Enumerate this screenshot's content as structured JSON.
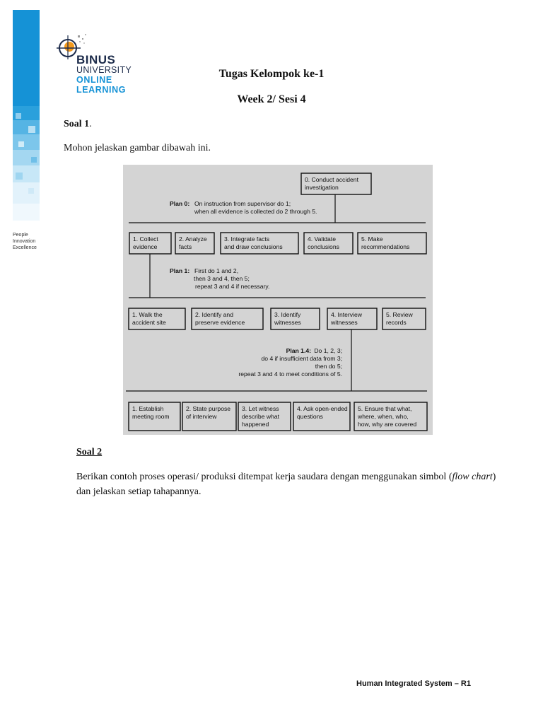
{
  "header": {
    "logo": {
      "line1": "BINUS",
      "line2": "UNIVERSITY",
      "line3": "ONLINE",
      "line4": "LEARNING"
    },
    "tagline": [
      "People",
      "Innovation",
      "Excellence"
    ]
  },
  "title": {
    "line1": "Tugas Kelompok ke-1",
    "line2": "Week 2/ Sesi 4"
  },
  "soal1": {
    "heading": "Soal 1",
    "heading_suffix": ".",
    "text": "Mohon jelaskan gambar dibawah ini."
  },
  "diagram": {
    "top_box": [
      "0.  Conduct accident",
      "     investigation"
    ],
    "plan0": {
      "label": "Plan 0:",
      "lines": [
        "On instruction from supervisor do 1;",
        "when all evidence is collected do 2 through 5."
      ]
    },
    "level1": [
      [
        "1.  Collect",
        "     evidence"
      ],
      [
        "2.  Analyze",
        "     facts"
      ],
      [
        "3.  Integrate facts",
        "     and draw conclusions"
      ],
      [
        "4.  Validate",
        "     conclusions"
      ],
      [
        "5.  Make",
        "     recommendations"
      ]
    ],
    "plan1": {
      "label": "Plan 1:",
      "lines": [
        "First do 1 and 2,",
        "then 3 and 4, then 5;",
        "repeat 3 and 4 if necessary."
      ]
    },
    "level2": [
      [
        "1.  Walk the",
        "     accident site"
      ],
      [
        "2.  Identify and",
        "     preserve evidence"
      ],
      [
        "3.  Identify",
        "     witnesses"
      ],
      [
        "4.  Interview",
        "     witnesses"
      ],
      [
        "5.  Review",
        "     records"
      ]
    ],
    "plan14": {
      "label": "Plan 1.4:",
      "lines": [
        "Do 1, 2, 3;",
        "do 4 if insufficient data from 3;",
        "then do 5;",
        "repeat 3 and 4 to meet conditions of 5."
      ]
    },
    "level3": [
      [
        "1. Establish",
        "meeting room"
      ],
      [
        "2. State purpose",
        "of interview"
      ],
      [
        "3. Let witness",
        "describe what",
        "happened"
      ],
      [
        "4. Ask open-ended",
        "questions"
      ],
      [
        "5. Ensure that what,",
        "where, when, who,",
        "how, why are covered"
      ]
    ]
  },
  "soal2": {
    "heading": "Soal 2",
    "text_before": "Berikan contoh proses operasi/ produksi ditempat kerja saudara dengan menggunakan simbol",
    "paren_open": "(",
    "italic": "flow chart",
    "text_after": ") dan jelaskan setiap tahapannya."
  },
  "footer": {
    "text": "Human Integrated System – R1"
  },
  "colors": {
    "sidebar_blue": "#1592d6",
    "logo_orange": "#f39a1e",
    "logo_navy": "#1c2b4a",
    "diagram_bg": "#d4d4d4"
  }
}
